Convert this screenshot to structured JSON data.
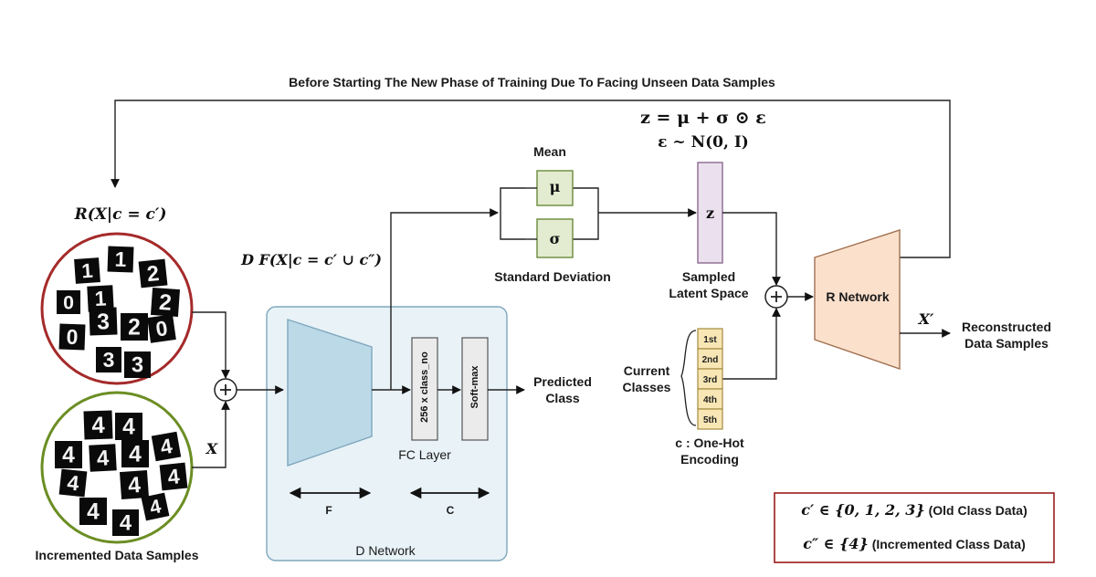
{
  "title": "Before Starting The New Phase of Training Due To Facing Unseen Data Samples",
  "equations": {
    "z": "z = μ + σ ⊙ ε",
    "eps": "ε ~ N(0, I)"
  },
  "labels": {
    "r_cond": "R(X|c = c′)",
    "d_f": "D F(X|c = c′ ∪ c″)",
    "x_input": "X",
    "x_prime": "X′",
    "mean": "Mean",
    "mu": "μ",
    "sigma": "σ",
    "std_dev": "Standard Deviation",
    "z_block": "z",
    "sampled_latent_line1": "Sampled",
    "sampled_latent_line2": "Latent Space",
    "r_network": "R Network",
    "reconstructed_line1": "Reconstructed",
    "reconstructed_line2": "Data Samples",
    "current_classes_line1": "Current",
    "current_classes_line2": "Classes",
    "onehot_line1": "c : One-Hot",
    "onehot_line2": "Encoding",
    "predicted_line1": "Predicted",
    "predicted_line2": "Class",
    "fc_layer": "FC Layer",
    "fc_block": "256 x class_no",
    "softmax_block": "Soft-max",
    "f_label": "F",
    "c_label": "C",
    "d_network": "D Network",
    "incremented_samples": "Incremented Data Samples"
  },
  "onehot_slots": [
    "1st",
    "2nd",
    "3rd",
    "4th",
    "5th"
  ],
  "old_digits": [
    "1",
    "1",
    "2",
    "0",
    "1",
    "2",
    "0",
    "3",
    "2",
    "0",
    "3",
    "3"
  ],
  "new_digits": [
    "4",
    "4",
    "4",
    "4",
    "4",
    "4",
    "4",
    "4",
    "4",
    "4",
    "4",
    "4"
  ],
  "legend": {
    "old": {
      "math": "c′ ∈ {0, 1, 2, 3}",
      "text": "(Old Class Data)"
    },
    "new": {
      "math": "c″ ∈ {4}",
      "text": "(Incremented Class Data)"
    }
  },
  "colors": {
    "old_circle": "#a52a2a",
    "new_circle": "#6b8e23",
    "d_network_bg": "#e8f2f7",
    "d_network_border": "#7fa7bc",
    "encoder_fill": "#bcd9e8",
    "mean_fill": "#e3ecd0",
    "z_fill": "#ebe0ee",
    "r_network_fill": "#fbe0cc",
    "onehot_fill": "#f8e7b5",
    "legend_border": "#9b1c1c"
  }
}
